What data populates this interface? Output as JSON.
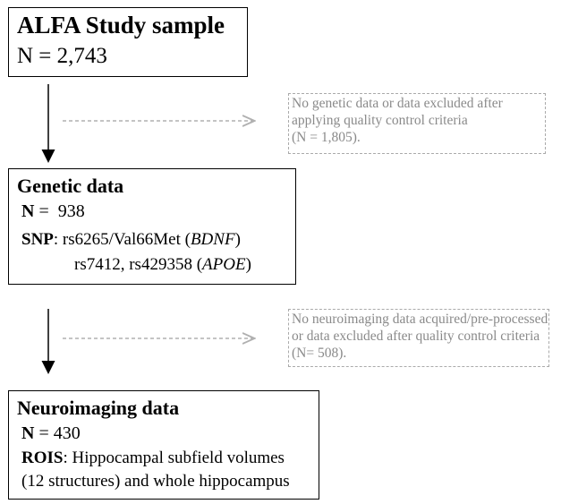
{
  "study": {
    "title": "ALFA Study sample",
    "n_label": "N = ",
    "n_value": "2,743"
  },
  "excluded_genetic": {
    "line1": "No genetic data or data excluded after",
    "line2": "applying quality control criteria",
    "line3": "(N = 1,805)."
  },
  "genetic": {
    "title": "Genetic data",
    "n_label": "N",
    "n_value": " =  938",
    "snp_label": "SNP",
    "snp_line1_prefix": ": rs6265/Val66Met (",
    "snp_line1_gene": "BDNF",
    "snp_line1_suffix": ")",
    "snp_line2_prefix": "rs7412, rs429358 (",
    "snp_line2_gene": "APOE",
    "snp_line2_suffix": ")"
  },
  "excluded_imaging": {
    "line1": "No neuroimaging data acquired/pre-processed",
    "line2": "or data excluded after quality control criteria",
    "line3": "(N= 508)."
  },
  "neuro": {
    "title": "Neuroimaging data",
    "n_label": "N",
    "n_value": " = 430",
    "rois_label": "ROIS",
    "rois_text": ": Hippocampal subfield volumes",
    "rois_line2": "(12 structures) and whole hippocampus"
  }
}
